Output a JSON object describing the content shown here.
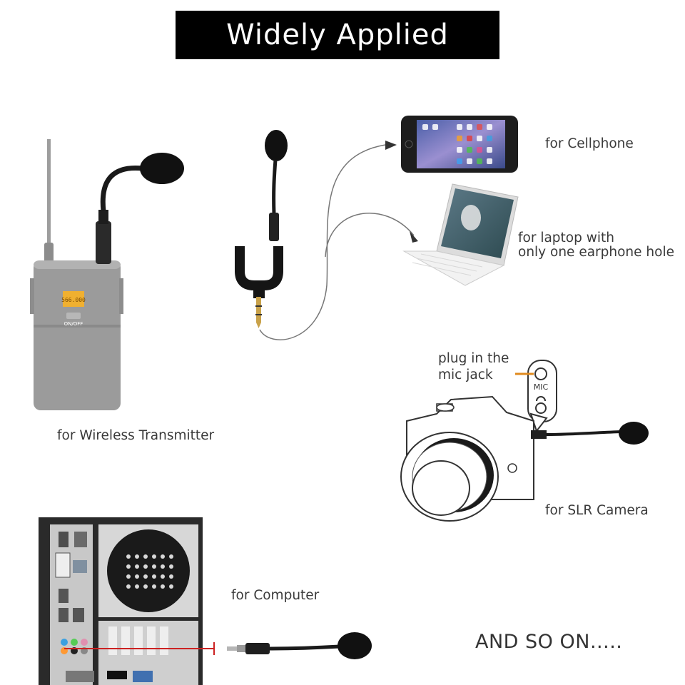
{
  "header": {
    "title": "Widely Applied"
  },
  "labels": {
    "cellphone": "for Cellphone",
    "laptop_line1": "for laptop with",
    "laptop_line2": "only one earphone hole",
    "transmitter": "for Wireless Transmitter",
    "plug_line1": "plug in the",
    "plug_line2": "mic jack",
    "slr": "for SLR Camera",
    "computer": "for Computer",
    "and_so_on": "AND SO ON....."
  },
  "devices": {
    "transmitter_display": "566.000",
    "transmitter_button": "ON/OFF",
    "camera_jack_label": "MIC"
  },
  "colors": {
    "banner": "#000000",
    "transmitter_body": "#9a9a9a",
    "display": "#f0b030",
    "arrow": "#666666",
    "pointer": "#e08a1e",
    "computer_indicator": "#cc2222"
  }
}
